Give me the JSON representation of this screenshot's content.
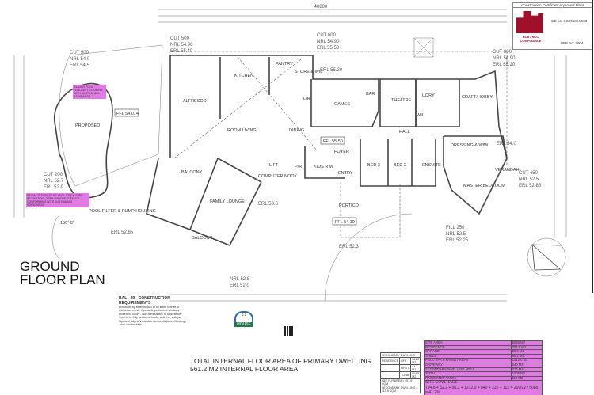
{
  "stamp": {
    "title": "Construction Certificate Approved Plans",
    "cc_no": "CC no: CC201824G08",
    "logo_text": "BCA / NCC COMPLIANCE",
    "bpb_no": "BPB No: 2904",
    "brand_color": "#a0102a"
  },
  "plan": {
    "overall_dimension": "40800",
    "rooms": [
      "PANTRY",
      "STORE & WIL",
      "KITCHEN",
      "ALFRESCO",
      "GAMES",
      "BAR",
      "THEATRE",
      "L'DRY",
      "CRAFT/HOBBY",
      "L/R",
      "ROOM LIVING",
      "DINING",
      "FOYER",
      "HALL",
      "BED 3",
      "BED 2",
      "ENSUITE",
      "DRESSING & WIW",
      "MASTER BEDROOM",
      "VERANDAH",
      "KIDS R'M",
      "ENTRY",
      "FAMILY LOUNGE",
      "BALCONY",
      "BALCONY",
      "PORTICO",
      "LIFT",
      "P/R",
      "COMPUTER NOOK",
      "PROPOSED",
      "WIL"
    ],
    "levels": [
      "FFL 55.50",
      "FFL 54.10",
      "FFL 54.014"
    ],
    "cuts": [
      [
        "CUT 500",
        "NRL 54.0",
        "ERL 54.5"
      ],
      [
        "CUT 500",
        "NRL 54.90",
        "ERL 55.40"
      ],
      [
        "CUT 600",
        "NRL 54.90",
        "ERL 55.50"
      ],
      [
        "CUT 300",
        "NRL 54.90",
        "ERL 55.20"
      ],
      [
        "CUT 200",
        "NRL 52.7",
        "ERL 52.9"
      ],
      [
        "CUT 450",
        "NRL 52.5",
        "ERL 52.85"
      ],
      [
        "FILL 250",
        "NRL 52.5",
        "ERL 52.25"
      ],
      [
        "NRL 52.8",
        "ERL 52.0"
      ]
    ],
    "erl": [
      "ERL 55.20",
      "ERL 54.0",
      "ERL 52.85",
      "ERL 52.3",
      "ERL 53.5"
    ],
    "pink_notes": [
      "GLAZED POOL FENCING TO COMPLY WITH AUSTRALIAN STANDARDS",
      "BALANCE TANK TO BE WALL STRUCTURE BELOW POOL WITH CONCRETE FENCE CONFORMING WITH AUSTRALIAN STANDARDS"
    ],
    "pool_note": "POOL FILTER & PUMP HOUSING",
    "angle": "150° 0'"
  },
  "title": {
    "line1": "GROUND",
    "line2": "FLOOR PLAN"
  },
  "area": {
    "line1": "TOTAL INTERNAL FLOOR AREA OF PRIMARY DWELLING",
    "line2": "561.2 M2 INTERNAL FLOOR AREA"
  },
  "notes": {
    "heading": "BAL - 29 - CONSTRUCTION REQUIREMENTS",
    "body": "Enclosure by external wall or by steel, bronze or aluminium mesh. Openable portions of windows screened. Doors - non-combustible or solid timber. Roof to be fully sealed at fascia, wall line, valleys, hips and ridges. Verandas, decks, steps and landings - non-combustible."
  },
  "house_logo": {
    "badge": "HOUSE",
    "rating": "6.7"
  },
  "dwelling_table": {
    "header": "SECONDARY DWELLING",
    "rows": [
      [
        "RESIDENCE",
        "GFF",
        "561.2 M2"
      ],
      [
        "",
        "FIRST",
        "43.3 M2"
      ],
      [
        "",
        "TOTAL",
        "604.5 M2"
      ]
    ],
    "footer": [
      "NET FLR AREA = 557.8 SQM",
      "SECONDARY DWELLING = 117.5 SQM"
    ]
  },
  "site_table": {
    "header": [
      "SITE AREA",
      "5085 M2"
    ],
    "rows": [
      [
        "RESIDENCE",
        "794.8 M2"
      ],
      [
        "GARAGE",
        "58.2 M2"
      ],
      [
        "SHEDS",
        "96.2 M2"
      ],
      [
        "POOL SPA & PAVED AREAS",
        "1212.0 M2"
      ],
      [
        "DRIVEWAY",
        "640 M2"
      ],
      [
        "SECONDARY DWELLING AREA",
        "226 M2"
      ],
      [
        "TOTAL",
        "1005 M2"
      ],
      [
        "RAINWATER TANKS",
        "112 M2"
      ]
    ],
    "coverage_label": "SITE COVERAGE",
    "coverage_calc": "794.8 + 52.2 + 96.2 + 1212.0 + 640 + 226 + 112 = 2096.2 / 5085 = 41.2%",
    "accent": "#e27ae6"
  }
}
